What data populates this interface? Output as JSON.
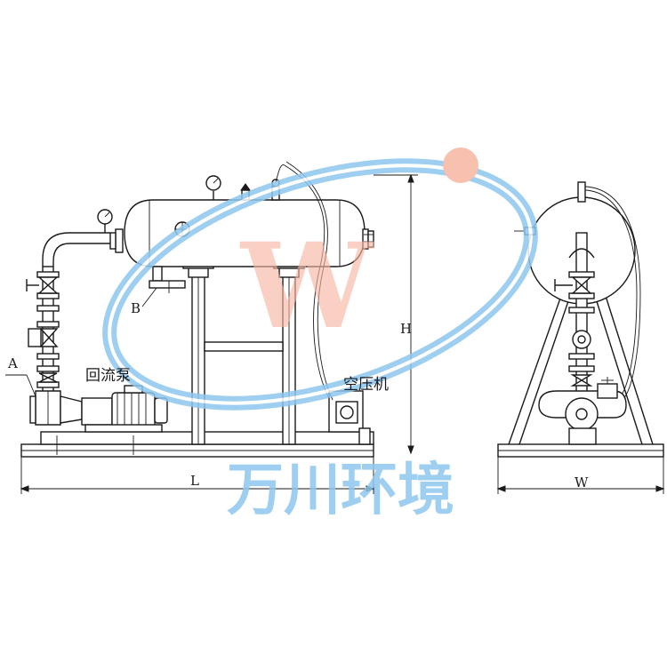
{
  "labels": {
    "a": "A",
    "b": "B",
    "h": "H",
    "l": "L",
    "w": "W",
    "pump": "回流泵",
    "compressor": "空压机"
  },
  "watermark": {
    "text": "万川环境",
    "letter": "W",
    "colors": {
      "orbit": "#8ec7ef",
      "text": "#8ec7ef",
      "letter": "#f6b6a2",
      "dot": "#f6b6a2"
    }
  }
}
